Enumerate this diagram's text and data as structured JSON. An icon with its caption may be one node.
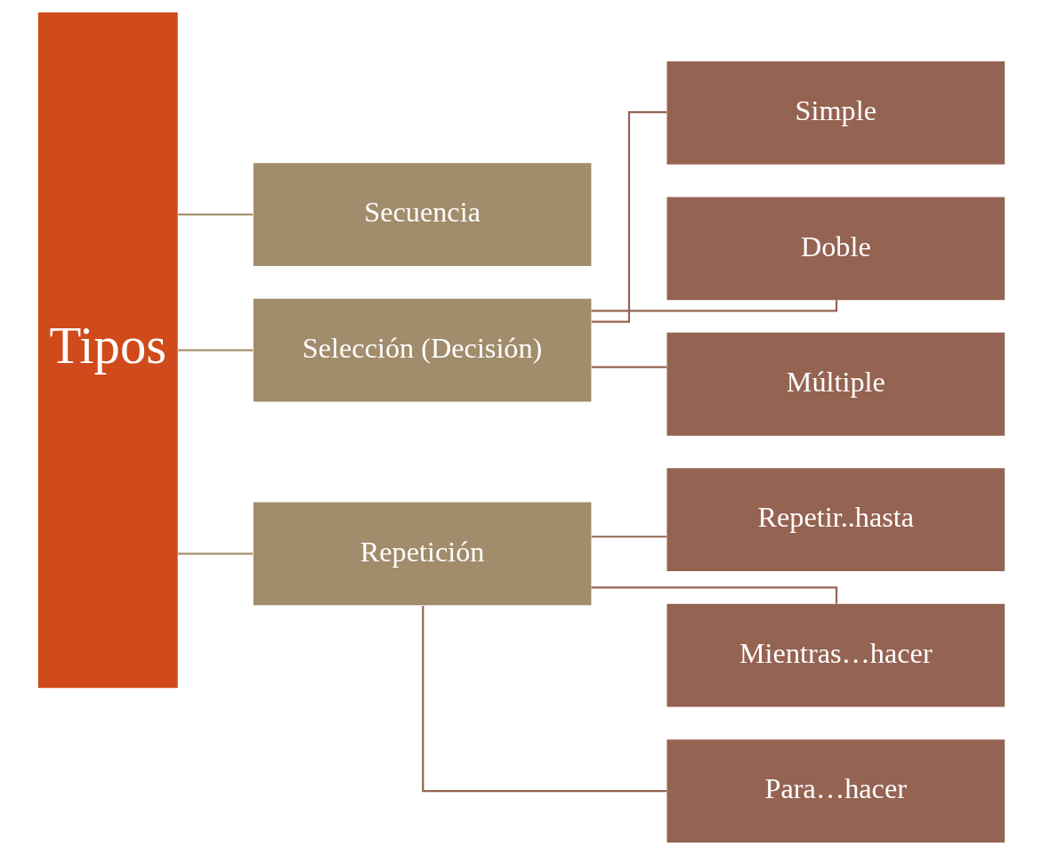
{
  "diagram": {
    "nodes": [
      {
        "text": [
          "Tipos"
        ]
      },
      {
        "text": [
          "Secuencia"
        ]
      },
      {
        "text": [
          "Selección (Decisión)"
        ]
      },
      {
        "text": [
          "Repetición"
        ]
      },
      {
        "text": [
          "Simple"
        ]
      },
      {
        "text": [
          "Doble"
        ]
      },
      {
        "text": [
          "Múltiple"
        ]
      },
      {
        "text": [
          "Repetir..hasta"
        ]
      },
      {
        "text": [
          "Mientras…hacer"
        ]
      },
      {
        "text": [
          "Para…hacer"
        ]
      }
    ],
    "edges": [
      {
        "from": 0,
        "to": 1,
        "arrow": "none",
        "color": "#a59169"
      },
      {
        "from": 0,
        "to": 2,
        "arrow": "none",
        "color": "#a59169"
      },
      {
        "from": 0,
        "to": 3,
        "arrow": "none",
        "color": "#a59169"
      },
      {
        "from": 2,
        "to": 4,
        "arrow": "none"
      },
      {
        "from": 2,
        "to": 5,
        "arrow": "none"
      },
      {
        "from": 2,
        "to": 6,
        "arrow": "none"
      },
      {
        "from": 3,
        "to": 7,
        "arrow": "none"
      },
      {
        "from": 3,
        "to": 8,
        "arrow": "none"
      },
      {
        "from": 3,
        "to": 9,
        "arrow": "none"
      }
    ]
  }
}
